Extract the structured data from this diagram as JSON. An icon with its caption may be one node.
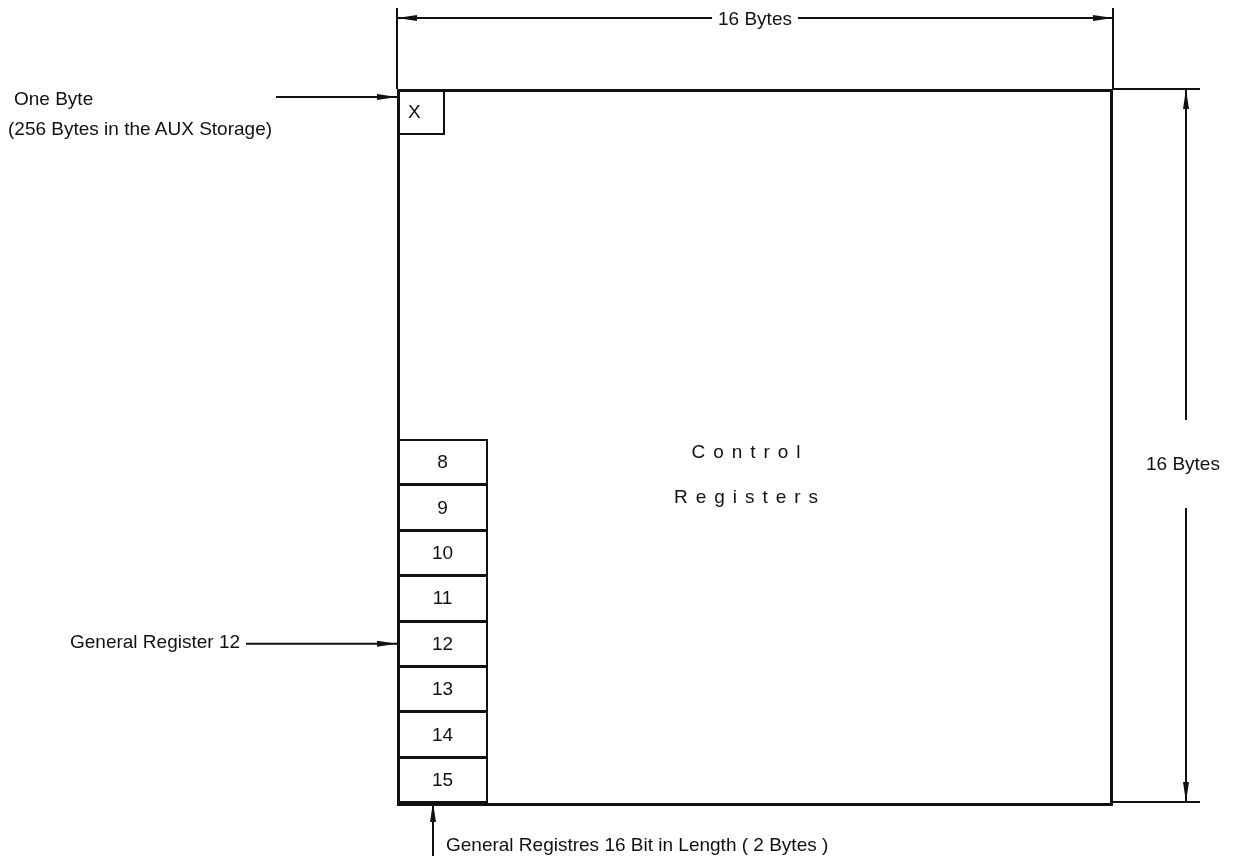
{
  "diagram": {
    "nodes": [
      {
        "text": [
          "Control Registers"
        ]
      },
      {
        "text": [
          "X"
        ],
        "in": 0
      },
      {
        "text": [
          "8"
        ],
        "in": 0
      },
      {
        "text": [
          "9"
        ],
        "in": 0
      },
      {
        "text": [
          "10"
        ],
        "in": 0
      },
      {
        "text": [
          "11"
        ],
        "in": 0
      },
      {
        "text": [
          "12"
        ],
        "in": 0
      },
      {
        "text": [
          "13"
        ],
        "in": 0
      },
      {
        "text": [
          "14"
        ],
        "in": 0
      },
      {
        "text": [
          "15"
        ],
        "in": 0
      },
      {
        "text": [
          "One Byte",
          "(256 Bytes in the AUX Storage)"
        ]
      },
      {
        "text": [
          "General Register 12"
        ]
      },
      {
        "text": [
          "General Registres 16 Bit in Length ( 2 Bytes )"
        ]
      }
    ],
    "edges": [
      {
        "from": 10,
        "to": 1,
        "arrow": "to"
      },
      {
        "from": 11,
        "to": 6,
        "arrow": "to"
      },
      {
        "from": 12,
        "to": 9,
        "arrow": "to"
      }
    ],
    "labels": [
      "16 Bytes",
      "16 Bytes"
    ]
  }
}
